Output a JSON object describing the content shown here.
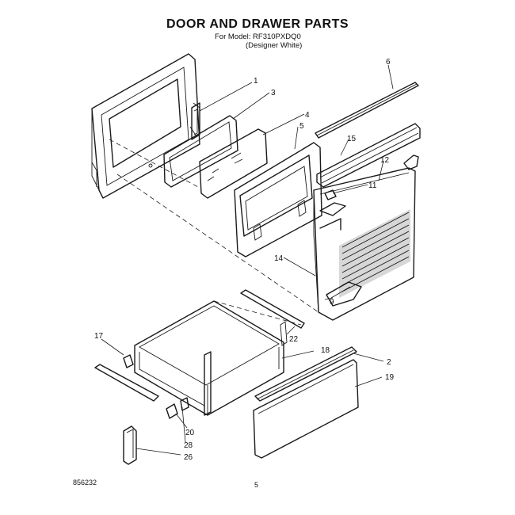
{
  "header": {
    "title": "DOOR AND DRAWER PARTS",
    "model_line": "For Model: RF310PXDQ0",
    "variant_line": "(Designer White)"
  },
  "callouts": [
    {
      "id": "c1",
      "text": "1"
    },
    {
      "id": "c3",
      "text": "3"
    },
    {
      "id": "c4",
      "text": "4"
    },
    {
      "id": "c5",
      "text": "5"
    },
    {
      "id": "c6",
      "text": "6"
    },
    {
      "id": "c15",
      "text": "15"
    },
    {
      "id": "c12",
      "text": "12"
    },
    {
      "id": "c11",
      "text": "11"
    },
    {
      "id": "c14",
      "text": "14"
    },
    {
      "id": "c9",
      "text": "9"
    },
    {
      "id": "c22",
      "text": "22"
    },
    {
      "id": "c17",
      "text": "17"
    },
    {
      "id": "c18",
      "text": "18"
    },
    {
      "id": "c2",
      "text": "2"
    },
    {
      "id": "c19",
      "text": "19"
    },
    {
      "id": "c20",
      "text": "20"
    },
    {
      "id": "c28",
      "text": "28"
    },
    {
      "id": "c26",
      "text": "26"
    }
  ],
  "footer": {
    "doc_number": "856232",
    "page_number": "5"
  }
}
